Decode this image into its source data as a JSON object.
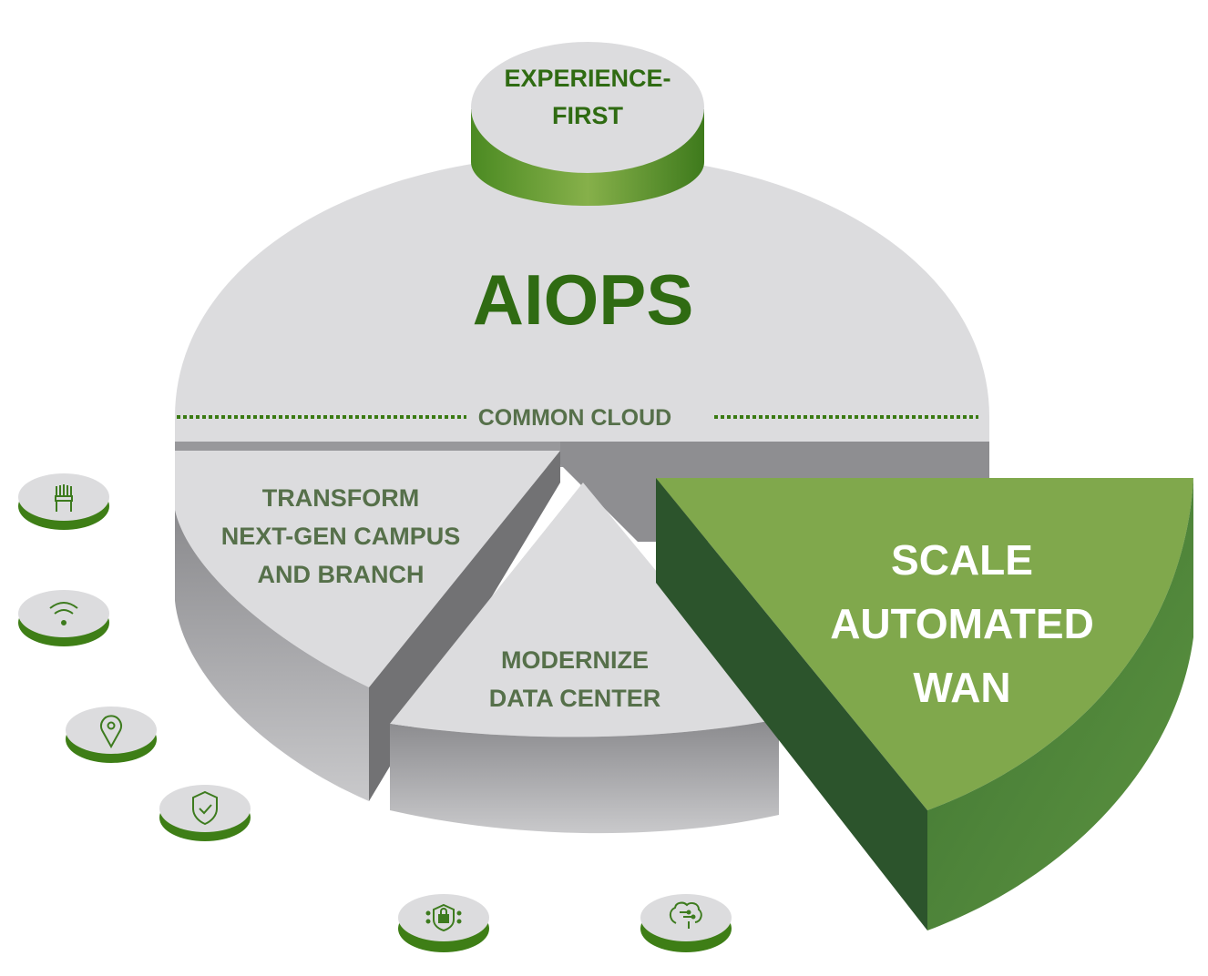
{
  "title": "AIOPS",
  "hub": {
    "line1": "EXPERIENCE-",
    "line2": "FIRST"
  },
  "foundation_label": "COMMON CLOUD",
  "segments": [
    {
      "id": "campus",
      "lines": [
        "TRANSFORM",
        "NEXT-GEN CAMPUS",
        "AND BRANCH"
      ]
    },
    {
      "id": "datacenter",
      "lines": [
        "MODERNIZE",
        "DATA CENTER"
      ]
    },
    {
      "id": "wan",
      "lines": [
        "SCALE",
        "AUTOMATED",
        "WAN"
      ],
      "highlighted": true
    }
  ],
  "icon_discs": [
    {
      "icon": "chair-icon"
    },
    {
      "icon": "wifi-icon"
    },
    {
      "icon": "location-pin-icon"
    },
    {
      "icon": "shield-check-icon"
    },
    {
      "icon": "circuit-lock-shield-icon"
    },
    {
      "icon": "ai-brain-circuit-icon"
    }
  ],
  "colors": {
    "disc_top": "#dcdcde",
    "dark_green_text": "#2f6b12",
    "wan_top": "#80a84c",
    "wan_side_dark": "#2c542c",
    "wan_side_mid": "#4a7d34",
    "disc_rim_green": "#3e7e16"
  }
}
